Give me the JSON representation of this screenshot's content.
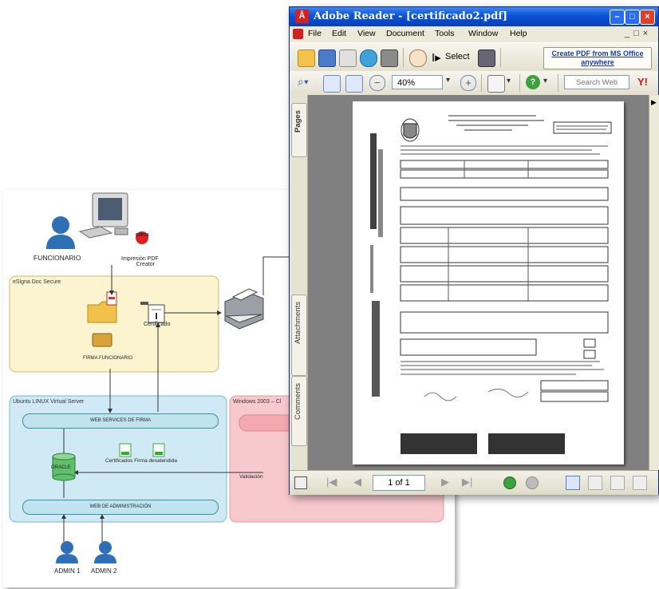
{
  "reader": {
    "title": "Adobe Reader - [certificado2.pdf]",
    "menu": [
      "File",
      "Edit",
      "View",
      "Document",
      "Tools",
      "Window",
      "Help"
    ],
    "menu_underline": [
      "F",
      "E",
      "V",
      "D",
      "T",
      "W",
      "H"
    ],
    "toolbar": {
      "select_label": "Select",
      "create_pdf_line1": "Create PDF from MS Office",
      "create_pdf_line2": "anywhere",
      "zoom_value": "40%",
      "search_placeholder": "Search Web"
    },
    "side_tabs": [
      "Pages",
      "Attachments",
      "Comments"
    ],
    "status": {
      "page_indicator": "1 of 1"
    }
  },
  "diagram": {
    "funcionario_label": "FUNCIONARIO",
    "impresion_label_1": "Impresión PDF",
    "impresion_label_2": "Creator",
    "citrix_label": "citrix",
    "esigna_title": "eSigna Doc Secure",
    "certificado_label": "Certificado",
    "firma_funcionario_label": "FIRMA FUNCIONARIO",
    "ubuntu_title": "Ubuntu LINUX Virtual Server",
    "windows_title": "Windows 2003 – Cl",
    "web_services_label": "WEB SERVICES DE FIRMA",
    "oracle_label": "ORACLE",
    "certificados_label": "Certificados Firma desatendida",
    "web_admin_label": "WEB DE ADMINISTRACIÓN",
    "validacion_label": "Validación",
    "admin1_label": "ADMIN 1",
    "admin2_label": "ADMIN 2"
  },
  "colors": {
    "title_bar": "#0a52d6",
    "esigna_box": "#fbf4cf",
    "ubuntu_box": "#cfeaf4",
    "windows_box": "#f7c9cd",
    "person_blue": "#2f6fb5"
  }
}
